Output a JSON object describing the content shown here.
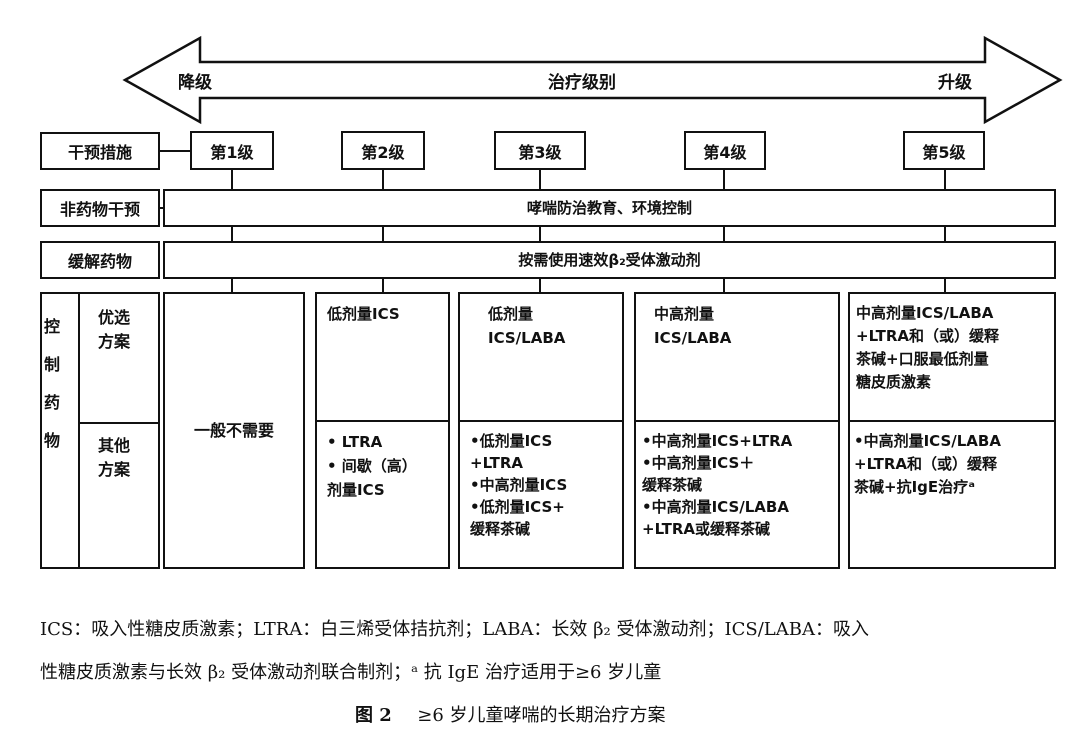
{
  "arrow": {
    "left_label": "降级",
    "center_label": "治疗级别",
    "right_label": "升级"
  },
  "rows": {
    "intervention": "干预措施",
    "non_drug": "非药物干预",
    "reliever": "缓解药物",
    "control_side": "控制药物",
    "preferred": "优选方案",
    "other": "其他方案"
  },
  "levels": [
    "第1级",
    "第2级",
    "第3级",
    "第4级",
    "第5级"
  ],
  "non_drug_text": "哮喘防治教育、环境控制",
  "reliever_text": "按需使用速效β₂受体激动剂",
  "cells": {
    "level1": "一般不需要",
    "level2_preferred": "低剂量ICS",
    "level2_other": "• LTRA\n• 间歇（高）\n   剂量ICS",
    "level3_preferred": "低剂量\nICS/LABA",
    "level3_other": "•低剂量ICS\n +LTRA\n•中高剂量ICS\n•低剂量ICS+\n 缓释茶碱",
    "level4_preferred": "中高剂量\nICS/LABA",
    "level4_other": "•中高剂量ICS+LTRA\n•中高剂量ICS＋\n 缓释茶碱\n•中高剂量ICS/LABA\n +LTRA或缓释茶碱",
    "level5_preferred": "中高剂量ICS/LABA\n+LTRA和（或）缓释\n茶碱+口服最低剂量\n糖皮质激素",
    "level5_other": "•中高剂量ICS/LABA\n +LTRA和（或）缓释\n 茶碱+抗IgE治疗ᵃ"
  },
  "footnote_line1": "ICS：吸入性糖皮质激素；LTRA：白三烯受体拮抗剂；LABA：长效 β₂ 受体激动剂；ICS/LABA：吸入",
  "footnote_line2": "性糖皮质激素与长效 β₂ 受体激动剂联合制剂；ᵃ 抗 IgE 治疗适用于≥6 岁儿童",
  "figure_caption_label": "图 2",
  "figure_caption_text": "≥6 岁儿童哮喘的长期治疗方案"
}
